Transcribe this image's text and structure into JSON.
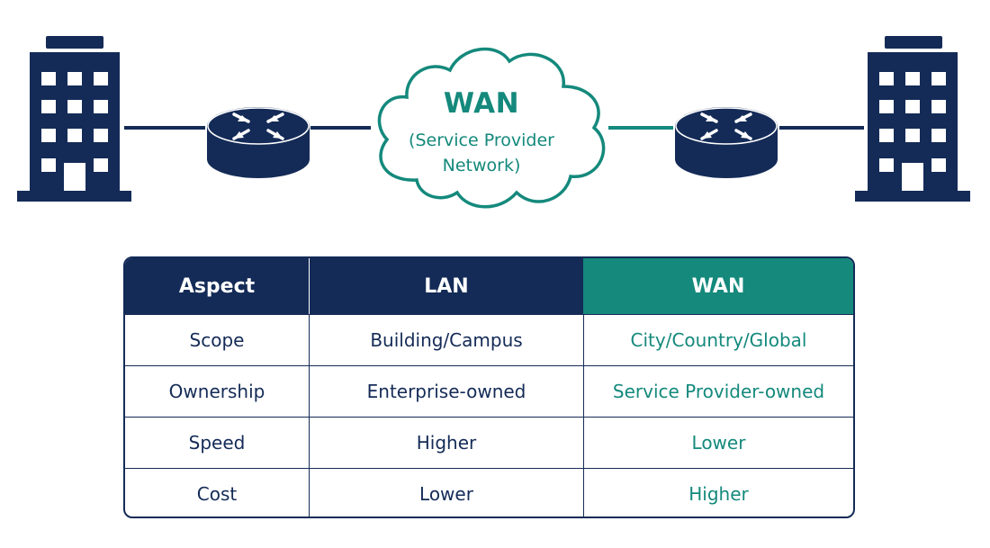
{
  "colors": {
    "navy": "#142b57",
    "teal": "#14897c"
  },
  "diagram": {
    "left_building_icon": "office-building-icon",
    "left_router_icon": "router-icon",
    "cloud_icon": "cloud-icon",
    "right_router_icon": "router-icon",
    "right_building_icon": "office-building-icon",
    "cloud_title": "WAN",
    "cloud_subtitle_line1": "(Service Provider",
    "cloud_subtitle_line2": "Network)"
  },
  "table": {
    "headers": [
      "Aspect",
      "LAN",
      "WAN"
    ],
    "rows": [
      [
        "Scope",
        "Building/Campus",
        "City/Country/Global"
      ],
      [
        "Ownership",
        "Enterprise-owned",
        "Service Provider-owned"
      ],
      [
        "Speed",
        "Higher",
        "Lower"
      ],
      [
        "Cost",
        "Lower",
        "Higher"
      ]
    ]
  }
}
